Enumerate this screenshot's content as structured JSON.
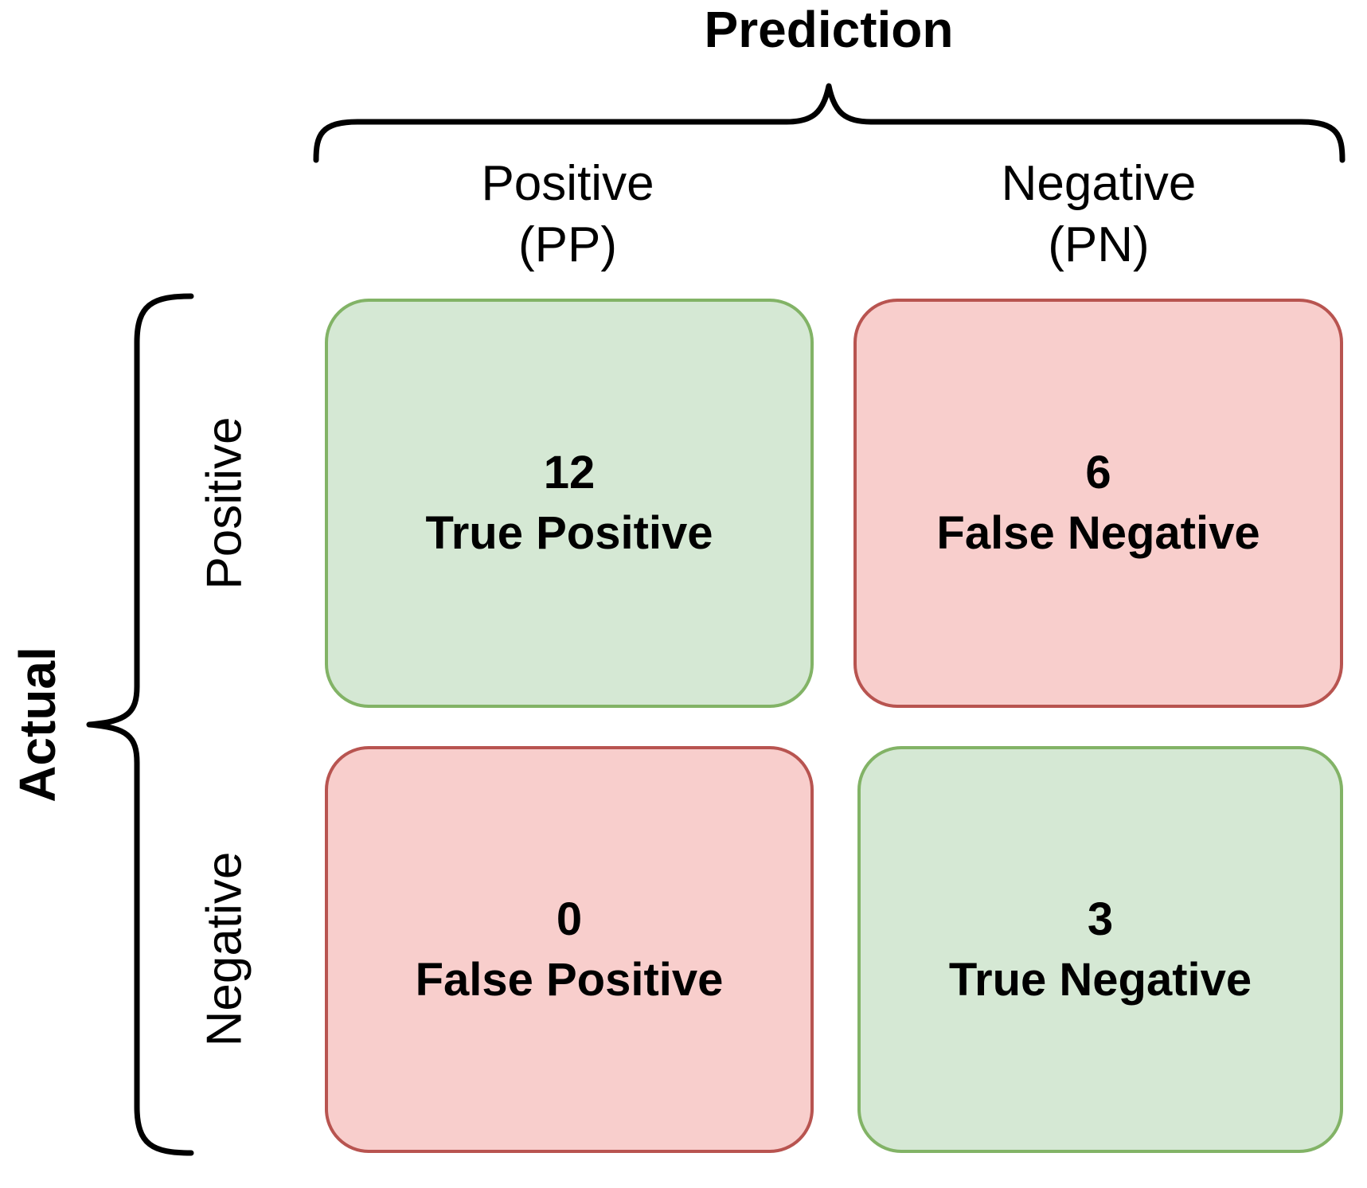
{
  "figure": {
    "top_axis_title": "Prediction",
    "side_axis_title": "Actual",
    "columns": [
      {
        "label": "Positive",
        "abbr": "(PP)"
      },
      {
        "label": "Negative",
        "abbr": "(PN)"
      }
    ],
    "rows": [
      {
        "label": "Positive"
      },
      {
        "label": "Negative"
      }
    ],
    "cells": [
      {
        "value": "12",
        "label": "True Positive",
        "type": "green"
      },
      {
        "value": "6",
        "label": "False Negative",
        "type": "red"
      },
      {
        "value": "0",
        "label": "False Positive",
        "type": "red"
      },
      {
        "value": "3",
        "label": "True Negative",
        "type": "green"
      }
    ]
  },
  "colors": {
    "green_fill": "#d5e8d4",
    "green_border": "#82b366",
    "red_fill": "#f8cecc",
    "red_border": "#b85450",
    "text": "#000000",
    "brace": "#000000",
    "background": "#ffffff"
  },
  "chart_data": {
    "type": "heatmap",
    "title": "",
    "xlabel": "Prediction",
    "ylabel": "Actual",
    "x_categories": [
      "Positive (PP)",
      "Negative (PN)"
    ],
    "y_categories": [
      "Positive",
      "Negative"
    ],
    "values": [
      [
        12,
        6
      ],
      [
        0,
        3
      ]
    ],
    "cell_labels": [
      [
        "True Positive",
        "False Negative"
      ],
      [
        "False Positive",
        "True Negative"
      ]
    ],
    "cell_colors": [
      [
        "green",
        "red"
      ],
      [
        "red",
        "green"
      ]
    ],
    "legend": "none",
    "grid": false
  }
}
